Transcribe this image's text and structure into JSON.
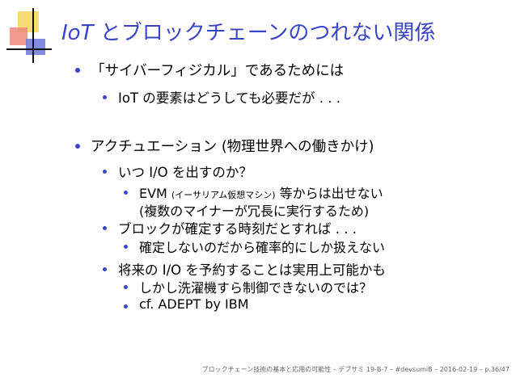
{
  "title": {
    "latin": "IoT",
    "rest": " とブロックチェーンのつれない関係"
  },
  "bullets": [
    {
      "text": "「サイバーフィジカル」であるためには"
    },
    {
      "text": "IoT の要素はどうしても必要だが . . ."
    },
    {
      "text": "アクチュエーション (物理世界への働きかけ)"
    },
    {
      "text": "いつ I/O を出すのか？"
    },
    {
      "text_main": "EVM ",
      "text_small": "(イーサリアム仮想マシン)",
      "text_end": " 等からは出せない"
    },
    {
      "text": "(複数のマイナーが冗長に実行するため)"
    },
    {
      "text": "ブロックが確定する時刻だとすれば . . ."
    },
    {
      "text": "確定しないのだから確率的にしか扱えない"
    },
    {
      "text": "将来の I/O を予約することは実用上可能かも"
    },
    {
      "text": "しかし洗濯機すら制御できないのでは？"
    },
    {
      "text": "cf. ADEPT by IBM"
    }
  ],
  "footer": "ブロックチェーン技術の基本と応用の可能性 – デブサミ 19-B-7 – #devsumiB – 2016-02-19 – p.36/47",
  "colors": {
    "title": "#3a45c5",
    "bullet": "#3d46c9"
  }
}
